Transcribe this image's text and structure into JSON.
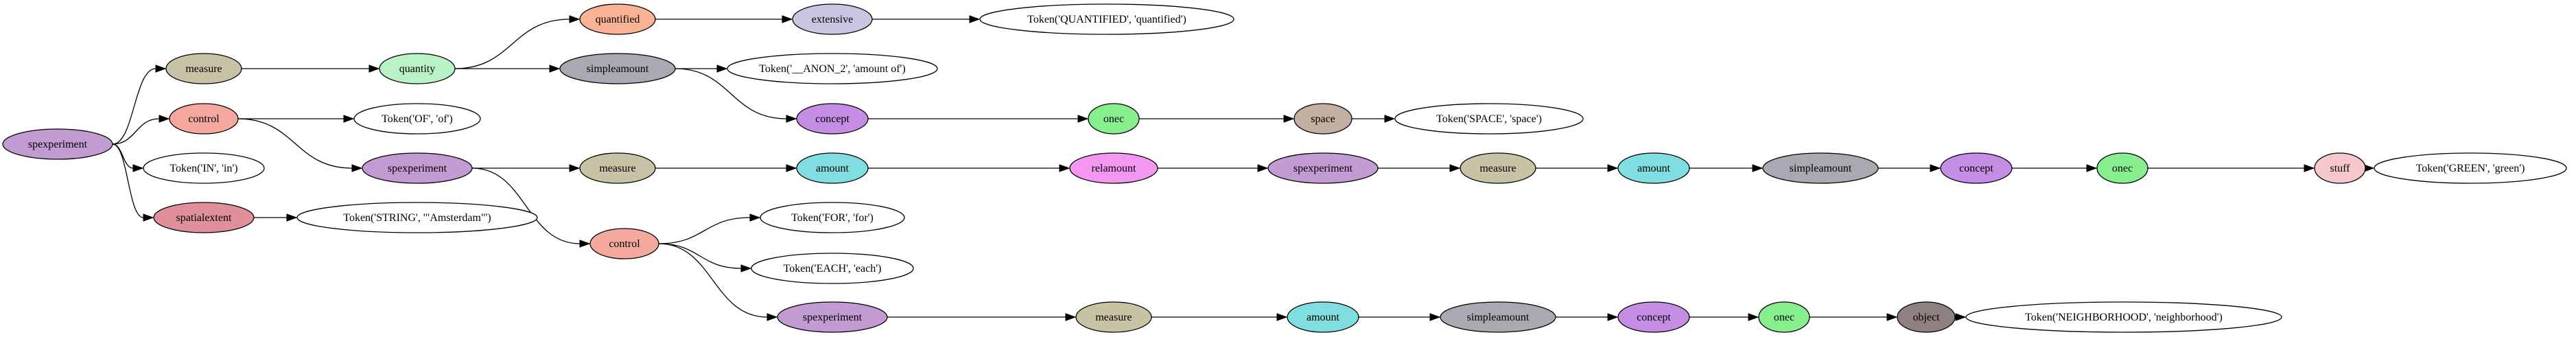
{
  "diagram": {
    "colors": {
      "spexperiment": "#c39bd3",
      "measure": "#c9c3a5",
      "control": "#f5a89e",
      "token": "#ffffff",
      "spatialextent": "#e0909a",
      "quantity": "#b9f2c4",
      "simpleamount": "#a9a9b1",
      "concept": "#c58de3",
      "quantified": "#f9b294",
      "extensive": "#c9c6e2",
      "onec": "#88ef8e",
      "space": "#c4b0a2",
      "amount": "#80dde0",
      "relamount": "#f497f0",
      "stuff": "#f6c8cc",
      "object": "#8f8180"
    },
    "nodes": [
      {
        "id": "n_root",
        "label": "spexperiment",
        "kind": "spexperiment"
      },
      {
        "id": "n_measure1",
        "label": "measure",
        "kind": "measure"
      },
      {
        "id": "n_control1",
        "label": "control",
        "kind": "control"
      },
      {
        "id": "n_tok_in",
        "label": "Token('IN', 'in')",
        "kind": "token"
      },
      {
        "id": "n_spatial",
        "label": "spatialextent",
        "kind": "spatialextent"
      },
      {
        "id": "n_quantity",
        "label": "quantity",
        "kind": "quantity"
      },
      {
        "id": "n_tok_of",
        "label": "Token('OF', 'of')",
        "kind": "token"
      },
      {
        "id": "n_spexp2",
        "label": "spexperiment",
        "kind": "spexperiment"
      },
      {
        "id": "n_tok_string",
        "label": "Token('STRING', '\"Amsterdam\"')",
        "kind": "token"
      },
      {
        "id": "n_quantified",
        "label": "quantified",
        "kind": "quantified"
      },
      {
        "id": "n_simple1",
        "label": "simpleamount",
        "kind": "simpleamount"
      },
      {
        "id": "n_concept1",
        "label": "concept",
        "kind": "concept"
      },
      {
        "id": "n_measure2",
        "label": "measure",
        "kind": "measure"
      },
      {
        "id": "n_control2",
        "label": "control",
        "kind": "control"
      },
      {
        "id": "n_extensive",
        "label": "extensive",
        "kind": "extensive"
      },
      {
        "id": "n_tok_anon",
        "label": "Token('__ANON_2', 'amount of')",
        "kind": "token"
      },
      {
        "id": "n_onec1",
        "label": "onec",
        "kind": "onec"
      },
      {
        "id": "n_amount1",
        "label": "amount",
        "kind": "amount"
      },
      {
        "id": "n_tok_for",
        "label": "Token('FOR', 'for')",
        "kind": "token"
      },
      {
        "id": "n_tok_each",
        "label": "Token('EACH', 'each')",
        "kind": "token"
      },
      {
        "id": "n_spexp3",
        "label": "spexperiment",
        "kind": "spexperiment"
      },
      {
        "id": "n_tok_quant",
        "label": "Token('QUANTIFIED', 'quantified')",
        "kind": "token"
      },
      {
        "id": "n_space",
        "label": "space",
        "kind": "space"
      },
      {
        "id": "n_relamount",
        "label": "relamount",
        "kind": "relamount"
      },
      {
        "id": "n_tok_space",
        "label": "Token('SPACE', 'space')",
        "kind": "token"
      },
      {
        "id": "n_spexp4",
        "label": "spexperiment",
        "kind": "spexperiment"
      },
      {
        "id": "n_measure3",
        "label": "measure",
        "kind": "measure"
      },
      {
        "id": "n_measure4",
        "label": "measure",
        "kind": "measure"
      },
      {
        "id": "n_amount3",
        "label": "amount",
        "kind": "amount"
      },
      {
        "id": "n_amount2",
        "label": "amount",
        "kind": "amount"
      },
      {
        "id": "n_simple3",
        "label": "simpleamount",
        "kind": "simpleamount"
      },
      {
        "id": "n_simple2",
        "label": "simpleamount",
        "kind": "simpleamount"
      },
      {
        "id": "n_concept3",
        "label": "concept",
        "kind": "concept"
      },
      {
        "id": "n_concept2",
        "label": "concept",
        "kind": "concept"
      },
      {
        "id": "n_onec3",
        "label": "onec",
        "kind": "onec"
      },
      {
        "id": "n_object",
        "label": "object",
        "kind": "object"
      },
      {
        "id": "n_onec2",
        "label": "onec",
        "kind": "onec"
      },
      {
        "id": "n_tok_neighbor",
        "label": "Token('NEIGHBORHOOD', 'neighborhood')",
        "kind": "token"
      },
      {
        "id": "n_stuff",
        "label": "stuff",
        "kind": "stuff"
      },
      {
        "id": "n_tok_green",
        "label": "Token('GREEN', 'green')",
        "kind": "token"
      }
    ],
    "edges": [
      [
        "n_root",
        "n_measure1"
      ],
      [
        "n_root",
        "n_control1"
      ],
      [
        "n_root",
        "n_tok_in"
      ],
      [
        "n_root",
        "n_spatial"
      ],
      [
        "n_measure1",
        "n_quantity"
      ],
      [
        "n_control1",
        "n_tok_of"
      ],
      [
        "n_control1",
        "n_spexp2"
      ],
      [
        "n_spatial",
        "n_tok_string"
      ],
      [
        "n_quantity",
        "n_quantified"
      ],
      [
        "n_quantity",
        "n_simple1"
      ],
      [
        "n_spexp2",
        "n_measure2"
      ],
      [
        "n_spexp2",
        "n_control2"
      ],
      [
        "n_quantified",
        "n_extensive"
      ],
      [
        "n_simple1",
        "n_tok_anon"
      ],
      [
        "n_simple1",
        "n_concept1"
      ],
      [
        "n_measure2",
        "n_amount1"
      ],
      [
        "n_control2",
        "n_tok_for"
      ],
      [
        "n_control2",
        "n_tok_each"
      ],
      [
        "n_control2",
        "n_spexp3"
      ],
      [
        "n_extensive",
        "n_tok_quant"
      ],
      [
        "n_concept1",
        "n_onec1"
      ],
      [
        "n_amount1",
        "n_relamount"
      ],
      [
        "n_spexp3",
        "n_measure3"
      ],
      [
        "n_onec1",
        "n_space"
      ],
      [
        "n_relamount",
        "n_spexp4"
      ],
      [
        "n_measure3",
        "n_amount2"
      ],
      [
        "n_space",
        "n_tok_space"
      ],
      [
        "n_spexp4",
        "n_measure4"
      ],
      [
        "n_amount2",
        "n_simple2"
      ],
      [
        "n_measure4",
        "n_amount3"
      ],
      [
        "n_simple2",
        "n_concept2"
      ],
      [
        "n_amount3",
        "n_simple3"
      ],
      [
        "n_concept2",
        "n_onec2"
      ],
      [
        "n_simple3",
        "n_concept3"
      ],
      [
        "n_onec2",
        "n_object"
      ],
      [
        "n_concept3",
        "n_onec3"
      ],
      [
        "n_object",
        "n_tok_neighbor"
      ],
      [
        "n_onec3",
        "n_stuff"
      ],
      [
        "n_stuff",
        "n_tok_green"
      ]
    ]
  }
}
